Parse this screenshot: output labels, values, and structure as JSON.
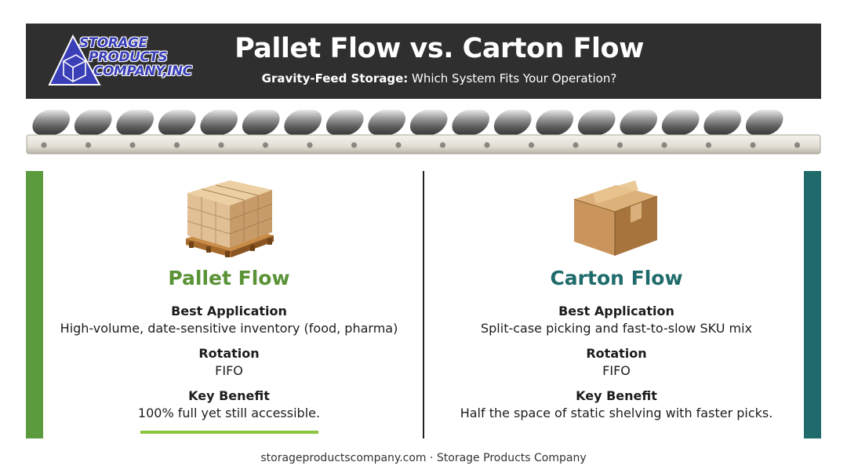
{
  "header": {
    "logo": {
      "line1": "STORAGE",
      "line2": "PRODUCTS",
      "line3": "COMPANY,INC"
    },
    "title": "Pallet Flow vs. Carton Flow",
    "subtitle_bold": "Gravity-Feed Storage:",
    "subtitle_rest": " Which System Fits Your Operation?"
  },
  "panels": [
    {
      "title": "Pallet Flow",
      "icon": "pallet-of-boxes-icon",
      "accent": "#5c9a3e",
      "rows": [
        {
          "heading": "Best Application",
          "value": "High-volume, date-sensitive inventory (food, pharma)"
        },
        {
          "heading": "Rotation",
          "value": "FIFO"
        },
        {
          "heading": "Key Benefit",
          "value": "100% full yet still accessible."
        }
      ]
    },
    {
      "title": "Carton Flow",
      "icon": "cardboard-box-icon",
      "accent": "#1f6b6b",
      "rows": [
        {
          "heading": "Best Application",
          "value": "Split-case picking and fast-to-slow SKU mix"
        },
        {
          "heading": "Rotation",
          "value": "FIFO"
        },
        {
          "heading": "Key Benefit",
          "value": "Half the space of static shelving with faster picks."
        }
      ]
    }
  ],
  "footer": "storageproductscompany.com · Storage Products Company",
  "colors": {
    "header_bg": "#2f2f2f",
    "pallet_green": "#5c9a3e",
    "carton_teal": "#1f6b6b",
    "underline": "#8dc53e"
  }
}
